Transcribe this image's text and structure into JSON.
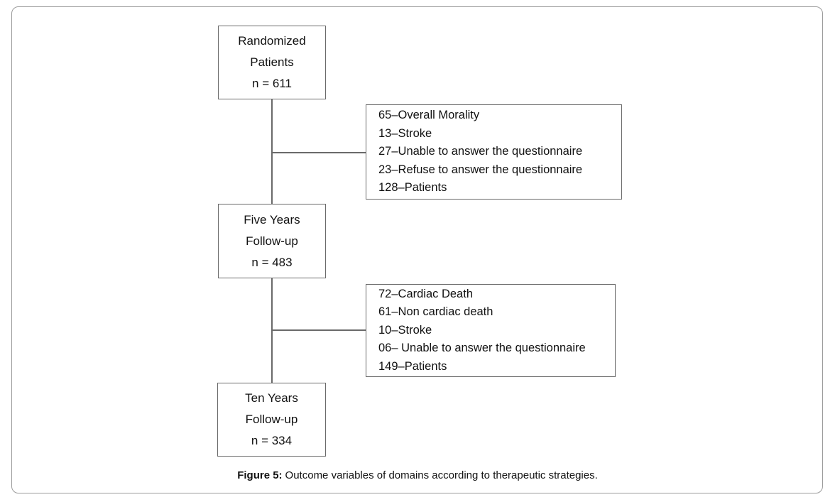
{
  "colors": {
    "background": "#ffffff",
    "frame_border": "#9b9b9b",
    "box_border": "#6a6a6a",
    "connector": "#6a6a6a",
    "text": "#111111"
  },
  "diagram": {
    "nodes": [
      {
        "id": "randomized-patients",
        "lines": [
          "Randomized",
          "Patients",
          "n = 611"
        ]
      },
      {
        "id": "five-years-follow-up",
        "lines": [
          "Five Years",
          "Follow-up",
          "n = 483"
        ]
      },
      {
        "id": "ten-years-follow-up",
        "lines": [
          "Ten Years",
          "Follow-up",
          "n = 334"
        ]
      }
    ],
    "exclusion_boxes": [
      {
        "id": "exclusions-at-five-years",
        "items": [
          "65–Overall Morality",
          "13–Stroke",
          "27–Unable to answer the questionnaire",
          "23–Refuse to answer the questionnaire",
          "128–Patients"
        ]
      },
      {
        "id": "exclusions-at-ten-years",
        "items": [
          "72–Cardiac Death",
          "61–Non cardiac death",
          "10–Stroke",
          "06– Unable to answer the questionnaire",
          "149–Patients"
        ]
      }
    ]
  },
  "caption": {
    "label": "Figure 5:",
    "text": "Outcome variables of domains according to therapeutic strategies."
  }
}
